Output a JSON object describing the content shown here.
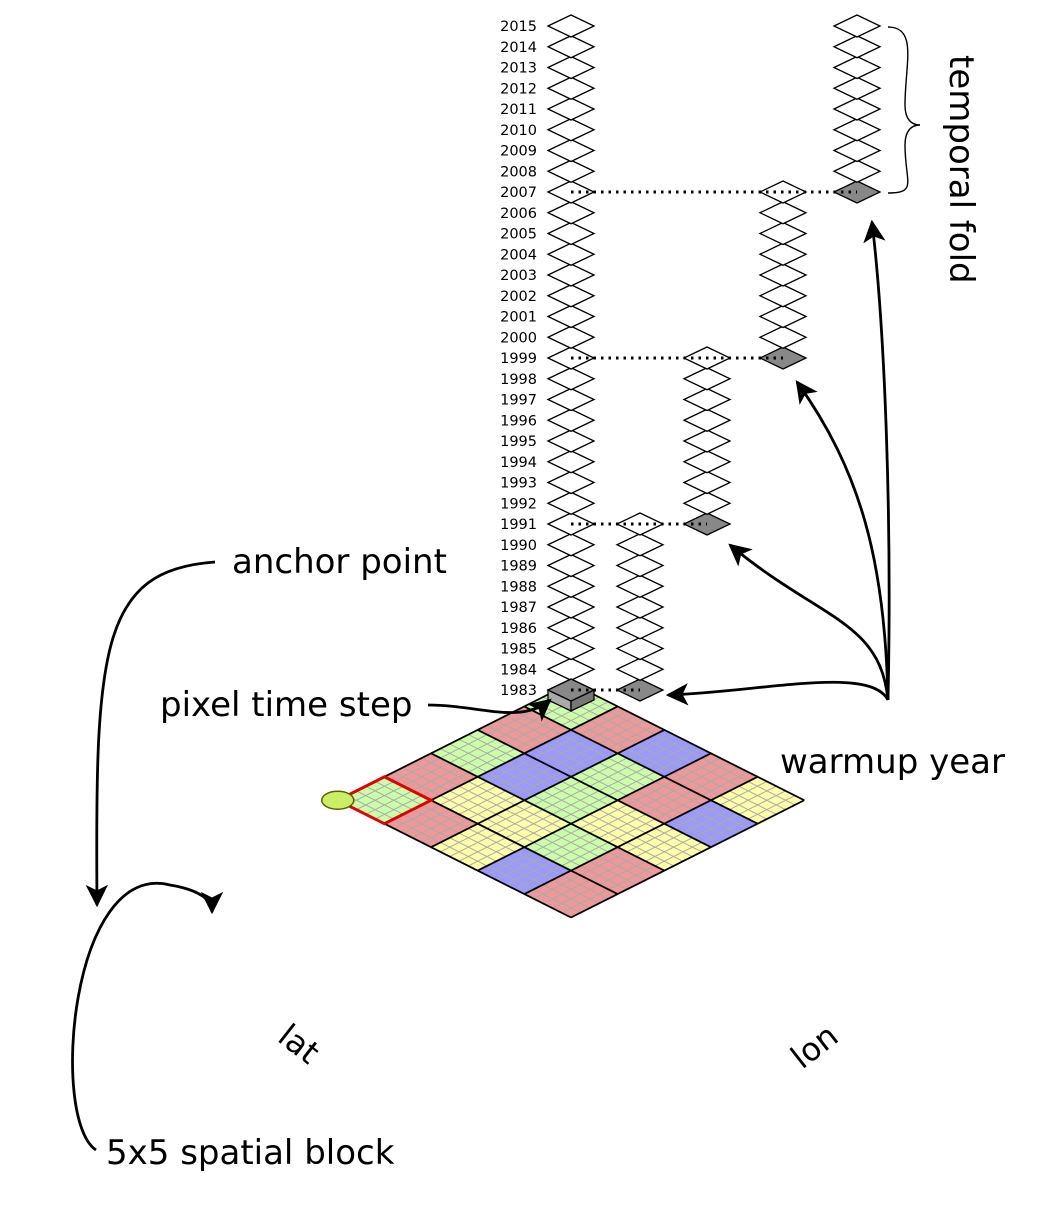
{
  "labels": {
    "anchor_point": "anchor point",
    "pixel_time_step": "pixel time step",
    "warmup_year": "warmup year",
    "temporal_fold": "temporal fold",
    "spatial_block": "5x5 spatial block",
    "lat": "lat",
    "lon": "lon"
  },
  "years": [
    "1983",
    "1984",
    "1985",
    "1986",
    "1987",
    "1988",
    "1989",
    "1990",
    "1991",
    "1992",
    "1993",
    "1994",
    "1995",
    "1996",
    "1997",
    "1998",
    "1999",
    "2000",
    "2001",
    "2002",
    "2003",
    "2004",
    "2005",
    "2006",
    "2007",
    "2008",
    "2009",
    "2010",
    "2011",
    "2012",
    "2013",
    "2014",
    "2015"
  ],
  "block_grid": [
    [
      "green",
      "red",
      "blue",
      "red",
      "yellow"
    ],
    [
      "red",
      "blue",
      "green",
      "red",
      "blue"
    ],
    [
      "green",
      "blue",
      "green",
      "yellow",
      "yellow"
    ],
    [
      "red",
      "yellow",
      "yellow",
      "green",
      "red"
    ],
    [
      "green",
      "red",
      "yellow",
      "blue",
      "red"
    ]
  ],
  "colors": {
    "green": "#ccffaa",
    "red": "#ee9999",
    "blue": "#9999ff",
    "yellow": "#ffffaa",
    "highlight_outline": "#dd0000",
    "anchor_fill": "#ccee66",
    "filled_step": "#888888"
  },
  "warmup_years": [
    "1983",
    "1991",
    "1999",
    "2007"
  ]
}
